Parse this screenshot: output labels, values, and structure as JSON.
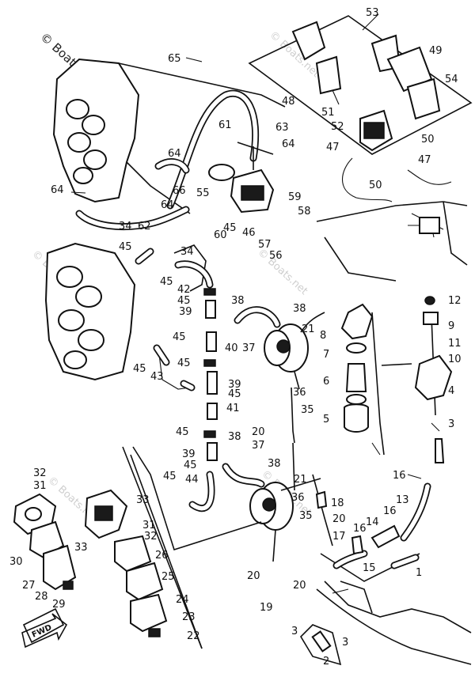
{
  "watermark": {
    "main": "© Boats.net",
    "faint": "© Boats.net"
  },
  "fwd_label": "FWD",
  "callouts": [
    "1",
    "2",
    "3",
    "4",
    "5",
    "6",
    "7",
    "8",
    "9",
    "10",
    "11",
    "12",
    "13",
    "14",
    "15",
    "16",
    "17",
    "18",
    "19",
    "20",
    "21",
    "22",
    "23",
    "24",
    "25",
    "26",
    "27",
    "28",
    "29",
    "30",
    "31",
    "32",
    "33",
    "34",
    "35",
    "36",
    "37",
    "38",
    "39",
    "40",
    "41",
    "42",
    "43",
    "44",
    "45",
    "46",
    "47",
    "48",
    "49",
    "50",
    "51",
    "52",
    "53",
    "54",
    "55",
    "56",
    "57",
    "58",
    "59",
    "60",
    "61",
    "62",
    "63",
    "64",
    "65",
    "66"
  ]
}
